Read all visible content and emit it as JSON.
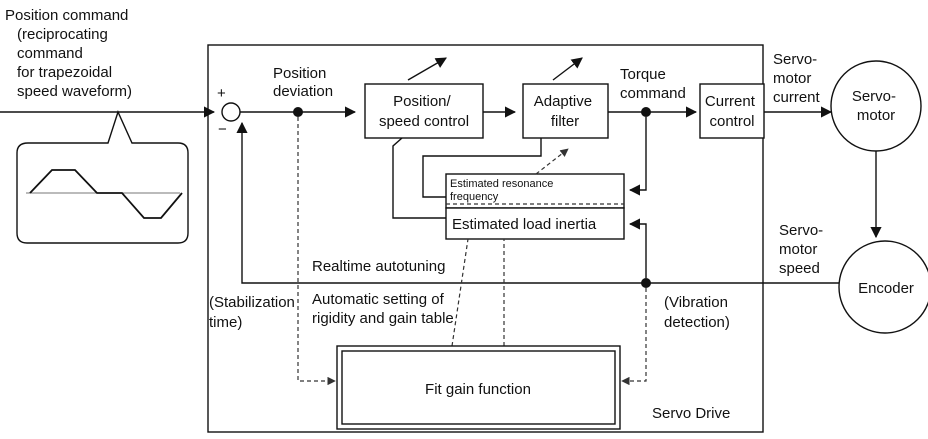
{
  "labels": {
    "position_command": [
      "Position command",
      "(reciprocating",
      "command",
      "for trapezoidal",
      "speed waveform)"
    ],
    "plus": "+",
    "minus": "−",
    "position_deviation": [
      "Position",
      "deviation"
    ],
    "torque_command": [
      "Torque",
      "command"
    ],
    "servomotor_current": [
      "Servo-",
      "motor",
      "current"
    ],
    "servomotor_speed": [
      "Servo-",
      "motor",
      "speed"
    ],
    "realtime_autotuning": "Realtime autotuning",
    "stabilization_time": [
      "(Stabilization",
      "time)"
    ],
    "automatic_setting": [
      "Automatic setting of",
      "rigidity and gain table"
    ],
    "vibration_detection": [
      "(Vibration",
      "detection)"
    ],
    "servo_drive": "Servo Drive"
  },
  "blocks": {
    "position_speed_control": [
      "Position/",
      "speed control"
    ],
    "adaptive_filter": [
      "Adaptive",
      "filter"
    ],
    "current_control": [
      "Current",
      "control"
    ],
    "estimated_resonance_frequency": [
      "Estimated resonance",
      "frequency"
    ],
    "estimated_load_inertia": "Estimated load inertia",
    "fit_gain_function": "Fit gain function",
    "servomotor": [
      "Servo-",
      "motor"
    ],
    "encoder": "Encoder"
  }
}
